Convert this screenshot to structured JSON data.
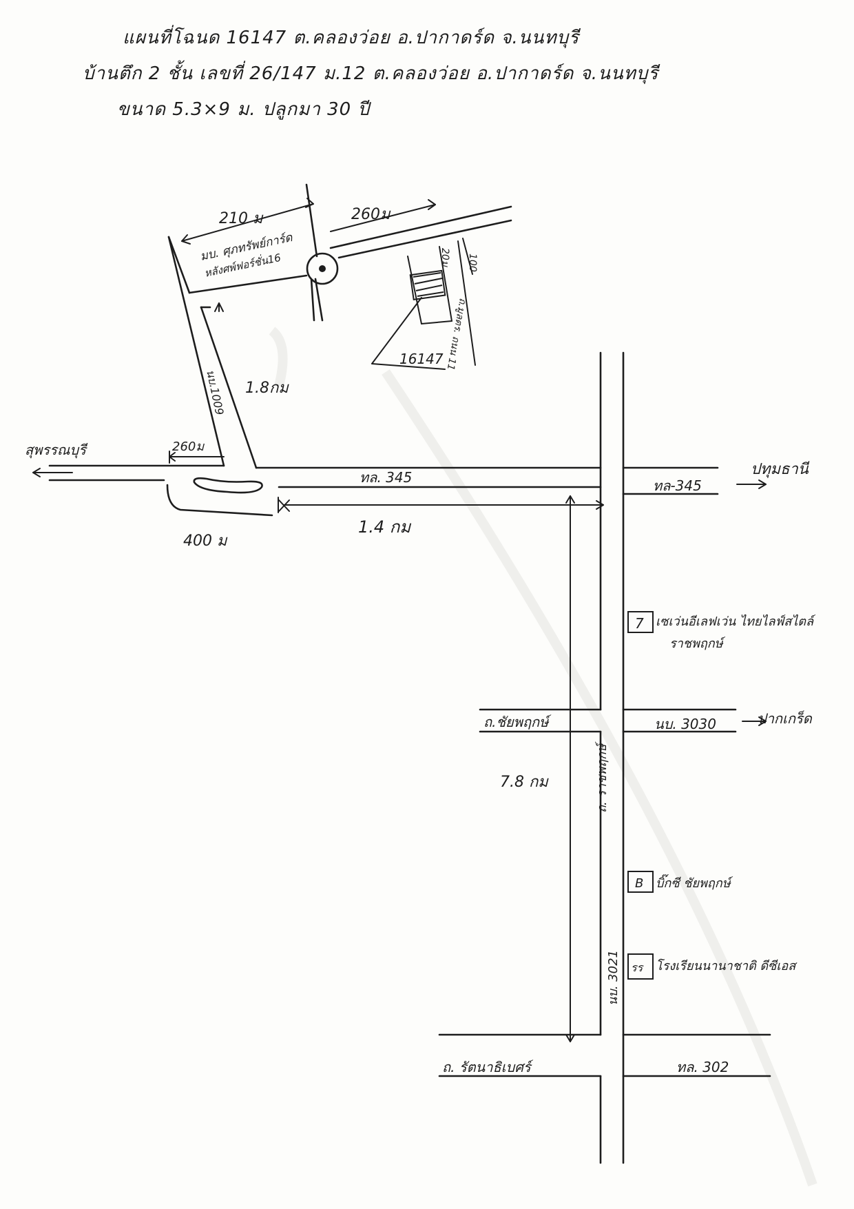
{
  "header": {
    "line1": "แผนที่โฉนด 16147 ต.คลองว่อย อ.ปากาดร์ด จ.นนทบุรี",
    "line2": "บ้านตึก 2 ชั้น เลขที่ 26/147 ม.12 ต.คลองว่อย อ.ปากาดร์ด จ.นนทบุรี",
    "line3": "ขนาด 5.3×9 ม. ปลูกมา 30 ปี"
  },
  "labels": {
    "village": "มบ. ศุภทรัพย์การ์ด",
    "village2": "หลังศพ์ฟอร์ชั่น16",
    "dist_210": "210 ม",
    "dist_260_top": "260ม",
    "dist_100": "100",
    "dist_20": "20ม",
    "deed": "16147",
    "soi_side": "ถ.มูลตร. ถนน 11",
    "dist_18km": "1.8กม",
    "road_1009": "นบ.1009",
    "dist_260_left": "260ม",
    "suphan": "สุพรรณบุรี",
    "road_345": "ทล. 345",
    "road_345_right": "ทล-345",
    "pathum": "ปทุมธานี",
    "dist_14km": "1.4 กม",
    "dist_400": "400 ม",
    "box_711": "7",
    "lm_711": "เซเว่นอีเลฟเว่น ไทยไลฟ์สไตล์",
    "lm_711_b": "ราชพฤกษ์",
    "road_chaiya": "ถ.ชัยพฤกษ์",
    "road_3030": "นบ. 3030",
    "pakkret": "ปากเกร็ด",
    "dist_78km": "7.8 กม",
    "road_rajpruek": "ถ. ราชพฤกษ์",
    "road_3021": "นบ. 3021",
    "box_b": "B",
    "lm_bp": "บิ๊กซี ชัยพฤกษ์",
    "box_school": "รร",
    "lm_school": "โรงเรียนนานาชาติ ดีซีเอส",
    "road_rattana": "ถ. รัตนาธิเบศร์",
    "road_302": "ทล. 302"
  }
}
